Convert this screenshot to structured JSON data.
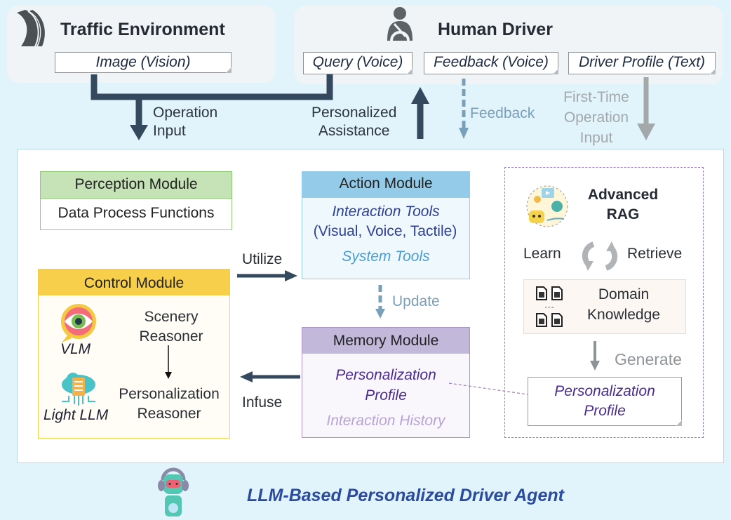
{
  "traffic_environment": {
    "title": "Traffic Environment",
    "input": "Image (Vision)"
  },
  "human_driver": {
    "title": "Human Driver",
    "inputs": [
      "Query (Voice)",
      "Feedback (Voice)",
      "Driver Profile (Text)"
    ]
  },
  "flows": {
    "operation_input": [
      "Operation",
      "Input"
    ],
    "personalized_assistance": [
      "Personalized",
      "Assistance"
    ],
    "feedback": "Feedback",
    "first_time": [
      "First-Time",
      "Operation",
      "Input"
    ],
    "utilize": "Utilize",
    "infuse": "Infuse",
    "update": "Update",
    "generate": "Generate"
  },
  "perception_module": {
    "title": "Perception Module",
    "body": "Data Process Functions"
  },
  "control_module": {
    "title": "Control Module",
    "vlm": "VLM",
    "light_llm": "Light LLM",
    "scenery_reasoner": [
      "Scenery",
      "Reasoner"
    ],
    "personalization_reasoner": [
      "Personalization",
      "Reasoner"
    ]
  },
  "action_module": {
    "title": "Action Module",
    "interaction_tools": "Interaction Tools",
    "interaction_types": "(Visual, Voice, Tactile)",
    "system_tools": "System Tools"
  },
  "memory_module": {
    "title": "Memory Module",
    "profile": [
      "Personalization",
      "Profile"
    ],
    "history": "Interaction History"
  },
  "rag": {
    "title": [
      "Advanced",
      "RAG"
    ],
    "learn": "Learn",
    "retrieve": "Retrieve",
    "knowledge": [
      "Domain",
      "Knowledge"
    ],
    "profile": [
      "Personalization",
      "Profile"
    ]
  },
  "footer": {
    "title": "LLM-Based Personalized Driver Agent"
  },
  "colors": {
    "dark_arrow": "#34495e",
    "light_arrow": "#7a9fb8",
    "grey_arrow": "#a3a8aa",
    "perception": "#c5e3b6",
    "control": "#f8cf4a",
    "action": "#94cbe8",
    "memory": "#c1b8da",
    "title_blue": "#2a4b9e"
  }
}
